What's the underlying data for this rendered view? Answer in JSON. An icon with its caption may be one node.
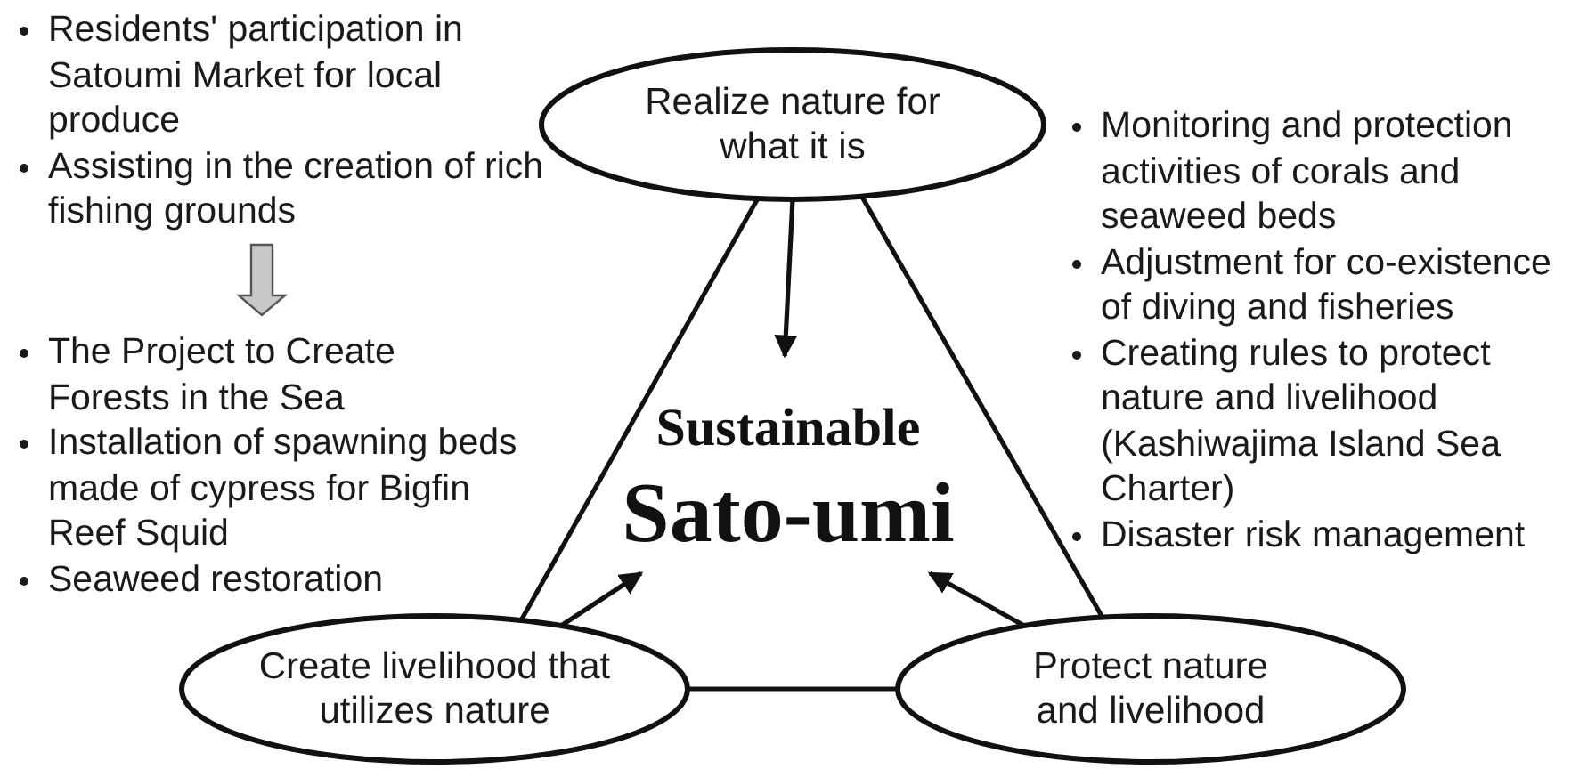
{
  "diagram": {
    "nodes": [
      {
        "text": [
          "Realize nature for what it is"
        ]
      },
      {
        "text": [
          "Sustainable",
          "Sato-umi"
        ]
      },
      {
        "text": [
          "Create livelihood that utilizes nature"
        ]
      },
      {
        "text": [
          "Protect nature and livelihood"
        ]
      },
      {
        "text": [
          "Residents' participation in Satoumi Market for local produce",
          "Assisting in the creation of rich fishing grounds"
        ]
      },
      {
        "text": [
          "The Project to Create Forests in the Sea",
          "Installation of spawning beds made of cypress for Bigfin Reef Squid",
          "Seaweed restoration"
        ]
      }
    ],
    "edges": [
      {
        "from": 0,
        "to": 2,
        "arrow": "none"
      },
      {
        "from": 0,
        "to": 3,
        "arrow": "none"
      },
      {
        "from": 2,
        "to": 3,
        "arrow": "none"
      },
      {
        "from": 0,
        "to": 1,
        "arrow": "to"
      },
      {
        "from": 2,
        "to": 1,
        "arrow": "to"
      },
      {
        "from": 3,
        "to": 1,
        "arrow": "to"
      },
      {
        "from": 4,
        "to": 5,
        "arrow": "to",
        "color": "#c8c8c8"
      }
    ],
    "labels": [
      "Monitoring and protection activities of corals and seaweed beds",
      "Adjustment for co-existence of diving and fisheries",
      "Creating rules to protect nature and livelihood (Kashiwajima Island Sea Charter)",
      "Disaster risk management"
    ]
  }
}
